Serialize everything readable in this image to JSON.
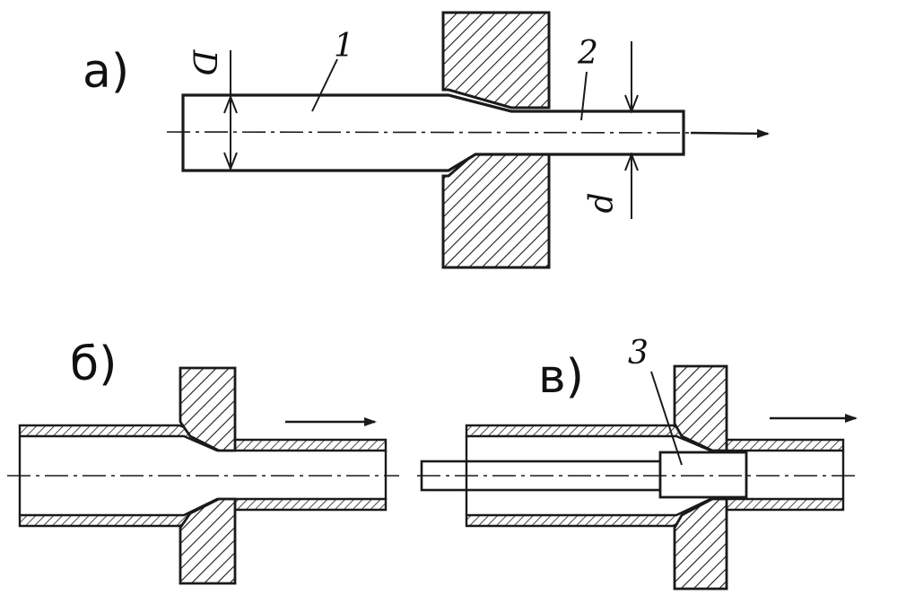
{
  "figure": {
    "panels": [
      {
        "id": "a",
        "label": "а)",
        "callouts": [
          "1",
          "2"
        ],
        "dimensions": [
          "D",
          "d"
        ]
      },
      {
        "id": "b",
        "label": "б)"
      },
      {
        "id": "v",
        "label": "в)",
        "callouts": [
          "3"
        ]
      }
    ]
  },
  "colors": {
    "ink": "#1a1a1a",
    "hatch": "#1a1a1a",
    "background": "#ffffff"
  }
}
